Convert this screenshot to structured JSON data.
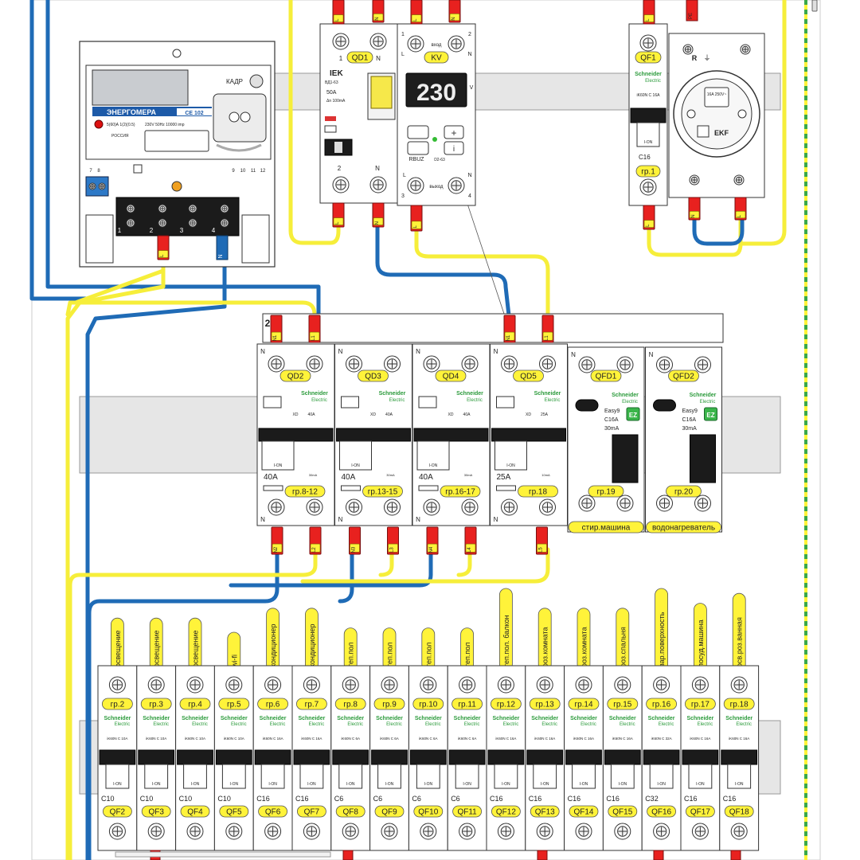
{
  "meter": {
    "brand": "ЭНЕРГОМЕРА",
    "model": "СЕ 102",
    "kadr_label": "КАДР",
    "spec_line1": "5(60)А 1(2)(0.5)",
    "spec_line2": "230V 50Hz 10000 imp",
    "cert": "РОССИЯ",
    "term_left": [
      "7",
      "8"
    ],
    "term_right": [
      "9",
      "10",
      "11",
      "12"
    ],
    "bottom_nums": [
      "1",
      "2",
      "3",
      "4"
    ],
    "wire_L": "L",
    "wire_N": "N"
  },
  "qd1": {
    "name": "QD1",
    "brand": "IEK",
    "series": "ВД1-63",
    "rating": "50A",
    "leak": "Δn 100mA",
    "top_left": "1",
    "top_right": "N",
    "bottom_left": "2",
    "bottom_right": "N",
    "wire_tops": [
      "L",
      "N"
    ],
    "wire_bottoms": [
      "L",
      "N"
    ]
  },
  "kv": {
    "name": "KV",
    "display": "230",
    "brand": "RBUZ",
    "model": "D2-63",
    "in_label": "вход",
    "out_label": "выход",
    "top_num_left": "1",
    "top_num_right": "2",
    "bot_num_left": "3",
    "bot_num_right": "4",
    "side_L": "L",
    "side_N": "N",
    "side_V": "V",
    "wire_tops": [
      "L",
      "N"
    ],
    "wire_bottom": "L"
  },
  "qf1": {
    "name": "QF1",
    "group": "гр.1",
    "curve": "C16",
    "brand_line1": "Schneider",
    "brand_line2": "Electric",
    "spec": "iK60N C 16A",
    "on_label": "I-ON",
    "wire_top": "L",
    "wire_bottom": "L"
  },
  "socket": {
    "symbol": "R",
    "brand": "EKF",
    "rating": "16A 250V~",
    "wire_top": "PE",
    "wire_bottoms": [
      "N",
      "L"
    ]
  },
  "bus": {
    "label": "2",
    "wires": [
      "N1",
      "L1",
      "N1",
      "L1"
    ]
  },
  "rcd": [
    {
      "name": "QD2",
      "group": "гр.8-12",
      "rating": "40A",
      "type": "XD",
      "current": "40A",
      "leak": "30mA",
      "top_n": "N",
      "out_n": "N2",
      "out_l": "L2"
    },
    {
      "name": "QD3",
      "group": "гр.13-15",
      "rating": "40A",
      "type": "XD",
      "current": "40A",
      "leak": "30mA",
      "top_n": "N",
      "out_n": "N3",
      "out_l": "L3"
    },
    {
      "name": "QD4",
      "group": "гр.16-17",
      "rating": "40A",
      "type": "XD",
      "current": "40A",
      "leak": "30mA",
      "top_n": "N",
      "out_n": "N4",
      "out_l": "L4"
    },
    {
      "name": "QD5",
      "group": "гр.18",
      "rating": "25A",
      "type": "XD",
      "current": "25A",
      "leak": "10mA",
      "top_n": "N",
      "out_n": "N5",
      "out_l": "L5"
    }
  ],
  "rcbo": [
    {
      "name": "QFD1",
      "group": "гр.19",
      "desc": "стир.машина",
      "series": "Easy9",
      "curve": "C16A",
      "leak": "30mA",
      "badge": "EZ",
      "top_n": "N"
    },
    {
      "name": "QFD2",
      "group": "гр.20",
      "desc": "водонагреватель",
      "series": "Easy9",
      "curve": "C16A",
      "leak": "30mA",
      "badge": "EZ",
      "top_n": "N"
    }
  ],
  "brand": {
    "line1": "Schneider",
    "line2": "Electric",
    "on": "I-ON"
  },
  "breakers": [
    {
      "name": "QF2",
      "group": "гр.2",
      "curve": "C10",
      "spec": "iK60N C 10A",
      "label": "освещение"
    },
    {
      "name": "QF3",
      "group": "гр.3",
      "curve": "C10",
      "spec": "iK60N C 10A",
      "label": "освещение"
    },
    {
      "name": "QF4",
      "group": "гр.4",
      "curve": "C10",
      "spec": "iK60N C 10A",
      "label": "освещение"
    },
    {
      "name": "QF5",
      "group": "гр.5",
      "curve": "C10",
      "spec": "iK60N C 10A",
      "label": "wi-fi"
    },
    {
      "name": "QF6",
      "group": "гр.6",
      "curve": "C16",
      "spec": "iK60N C 16A",
      "label": "кондиционер"
    },
    {
      "name": "QF7",
      "group": "гр.7",
      "curve": "C16",
      "spec": "iK60N C 16A",
      "label": "кондиционер"
    },
    {
      "name": "QF8",
      "group": "гр.8",
      "curve": "C6",
      "spec": "iK60N C 6A",
      "label": "теп.пол"
    },
    {
      "name": "QF9",
      "group": "гр.9",
      "curve": "C6",
      "spec": "iK60N C 6A",
      "label": "теп.пол"
    },
    {
      "name": "QF10",
      "group": "гр.10",
      "curve": "C6",
      "spec": "iK60N C 6A",
      "label": "теп.пол"
    },
    {
      "name": "QF11",
      "group": "гр.11",
      "curve": "C6",
      "spec": "iK60N C 6A",
      "label": "теп.пол"
    },
    {
      "name": "QF12",
      "group": "гр.12",
      "curve": "C16",
      "spec": "iK60N C 16A",
      "label": "теп.пол. балкон"
    },
    {
      "name": "QF13",
      "group": "гр.13",
      "curve": "C16",
      "spec": "iK60N C 16A",
      "label": "роз.комната"
    },
    {
      "name": "QF14",
      "group": "гр.14",
      "curve": "C16",
      "spec": "iK60N C 16A",
      "label": "роз.комната"
    },
    {
      "name": "QF15",
      "group": "гр.15",
      "curve": "C16",
      "spec": "iK60N C 16A",
      "label": "роз.спальня"
    },
    {
      "name": "QF16",
      "group": "гр.16",
      "curve": "C32",
      "spec": "iK60N C 32A",
      "label": "вар.поверхность"
    },
    {
      "name": "QF17",
      "group": "гр.17",
      "curve": "C16",
      "spec": "iK60N C 16A",
      "label": "посуд.машина"
    },
    {
      "name": "QF18",
      "group": "гр.18",
      "curve": "C16",
      "spec": "iK60N C 16A",
      "label": "осв.роз.ванная"
    }
  ],
  "colors": {
    "phase": "#f6ee3a",
    "neutral": "#1f6bb6",
    "pe": "#3aa84a",
    "ferrule": "#e8211f",
    "label_fill": "#fff33a",
    "rail": "#e6e6e6",
    "device": "#ffffff",
    "outline": "#333333"
  }
}
